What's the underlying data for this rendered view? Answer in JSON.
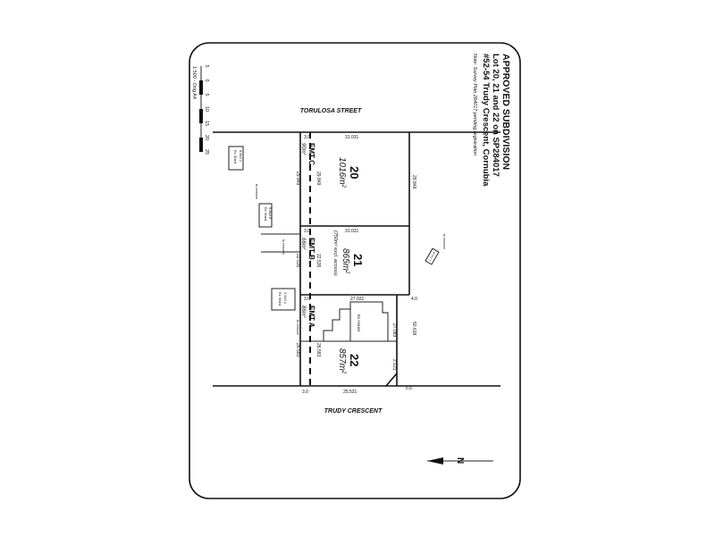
{
  "header": {
    "title": "APPROVED SUBDIVISION",
    "lots_line": "Lot 20, 21 and 22 on SP284017",
    "address": "#52-54 Trudy Crescent, Cornubia",
    "note": "Note: Survey Plan 284017 pending registration"
  },
  "scale": {
    "ratio": "1:500 - Orig A4",
    "ticks": [
      "5",
      "0",
      "5",
      "10",
      "15",
      "20",
      "25"
    ]
  },
  "streets": {
    "top": "TORULOSA STREET",
    "bottom": "TRUDY CRESCENT"
  },
  "lots": [
    {
      "number": "20",
      "area": "1016m",
      "easement": "EMT C",
      "easement_area": "90m"
    },
    {
      "number": "21",
      "area": "865m",
      "area_note": "(750m² excl. access)",
      "easement": "EMT B",
      "easement_area": "66m"
    },
    {
      "number": "22",
      "area": "857m",
      "easement": "EMT A",
      "easement_area": "86m"
    }
  ],
  "dimensions": {
    "top_left": "3.0",
    "top_right": "31.031",
    "lot20_left": "29.849",
    "lot20_left_inner": "29.849",
    "lot20_right": "29.849",
    "lot21_top_left": "3.0",
    "lot21_top_right": "31.031",
    "lot21_left": "22.535",
    "lot21_left_inner": "22.535",
    "lot22_top_left": "3.0",
    "lot22_top_right": "27.031",
    "lot22_right_top": "4.0",
    "lot22_right": "50.618",
    "lot22_inner_right": "27.083",
    "lot22_left": "26.583",
    "lot22_left_inner": "26.583",
    "bottom_left": "3.0",
    "bottom_mid": "25.531",
    "bottom_right": "5.5",
    "corner_trunc": "2.121"
  },
  "annotations": {
    "shed": "Ex Shed",
    "size_a": "6.8x3.1",
    "size_b": "5.8x4.5",
    "size_c": "3.9x3.1",
    "size_d": "1.7x1.8",
    "house": "Ex House",
    "removed": "to remove"
  },
  "north_arrow_label": "N"
}
